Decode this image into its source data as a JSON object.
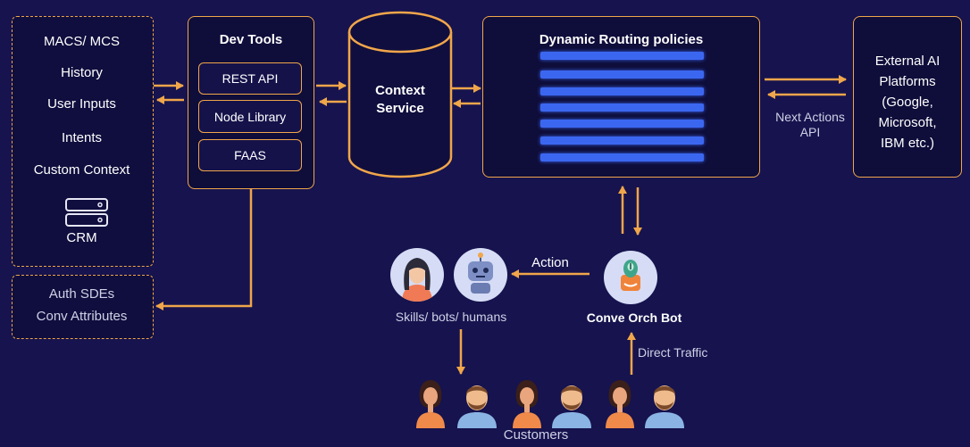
{
  "left_panel": {
    "items": [
      "MACS/ MCS",
      "History",
      "User Inputs",
      "Intents",
      "Custom Context"
    ],
    "crm_label": "CRM"
  },
  "auth_panel": {
    "lines": [
      "Auth SDEs",
      "Conv Attributes"
    ]
  },
  "dev_tools": {
    "title": "Dev Tools",
    "buttons": [
      "REST API",
      "Node Library",
      "FAAS"
    ]
  },
  "context_service": {
    "title_line1": "Context",
    "title_line2": "Service"
  },
  "routing": {
    "title": "Dynamic Routing policies"
  },
  "external": {
    "lines": [
      "External AI",
      "Platforms",
      "(Google,",
      "Microsoft,",
      "IBM etc.)"
    ],
    "arrow_label_line1": "Next Actions",
    "arrow_label_line2": "API"
  },
  "bottom": {
    "action_label": "Action",
    "skills_label": "Skills/ bots/ humans",
    "orch_bot_label": "Conve Orch Bot",
    "direct_traffic_label": "Direct Traffic",
    "customers_label": "Customers"
  },
  "colors": {
    "background": "#16134e",
    "accent": "#f0a64a",
    "routing_bar": "#3b67f0"
  },
  "icons": [
    "server-icon",
    "woman-avatar-icon",
    "robot-icon",
    "orch-bot-icon",
    "customer-woman-icon",
    "customer-man-icon"
  ]
}
